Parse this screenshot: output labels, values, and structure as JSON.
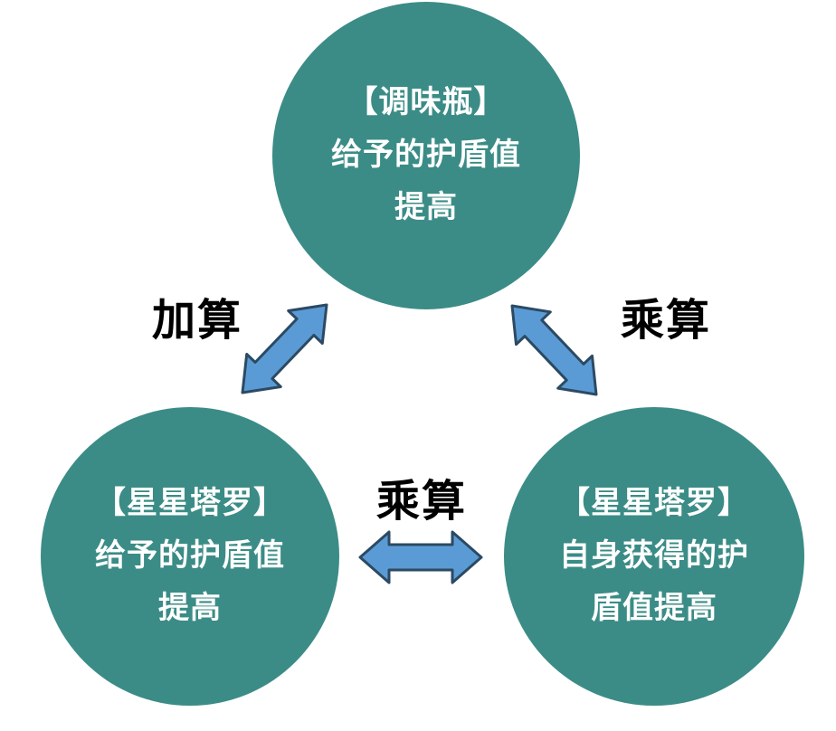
{
  "diagram": {
    "type": "relationship-diagram",
    "background": "#ffffff"
  },
  "colors": {
    "node_fill": "#3b8c86",
    "node_text": "#ffffff",
    "arrow_fill": "#5b9bd5",
    "arrow_stroke": "#2b4a63",
    "label_text": "#000000"
  },
  "nodes": {
    "top": {
      "lines": [
        "【调味瓶】",
        "给予的护盾值",
        "提高"
      ]
    },
    "bottom_left": {
      "lines": [
        "【星星塔罗】",
        "给予的护盾值",
        "提高"
      ]
    },
    "bottom_right": {
      "lines": [
        "【星星塔罗】",
        "自身获得的护",
        "盾值提高"
      ]
    }
  },
  "edges": {
    "top_left": {
      "label": "加算"
    },
    "top_right": {
      "label": "乘算"
    },
    "bottom": {
      "label": "乘算"
    }
  }
}
